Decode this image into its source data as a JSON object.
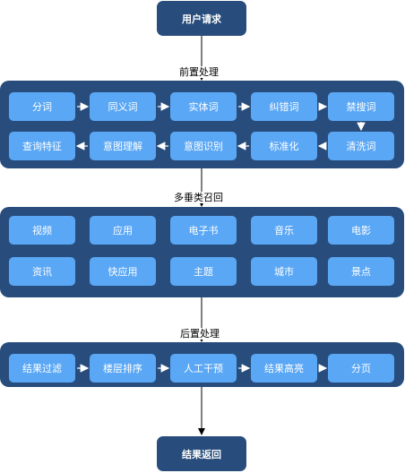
{
  "start": "用户请求",
  "end": "结果返回",
  "stages": [
    {
      "label": "前置处理",
      "rows": [
        [
          "分词",
          "同义词",
          "实体词",
          "纠错词",
          "禁搜词"
        ],
        [
          "查询特征",
          "意图理解",
          "意图识别",
          "标准化",
          "清洗词"
        ]
      ]
    },
    {
      "label": "多垂类召回",
      "rows": [
        [
          "视频",
          "应用",
          "电子书",
          "音乐",
          "电影"
        ],
        [
          "资讯",
          "快应用",
          "主题",
          "城市",
          "景点"
        ]
      ]
    },
    {
      "label": "后置处理",
      "rows": [
        [
          "结果过滤",
          "楼层排序",
          "人工干预",
          "结果高亮",
          "分页"
        ]
      ]
    }
  ],
  "colors": {
    "dark": "#284d7c",
    "box": "#5aa7f5",
    "arrow": "#ffffff",
    "connector": "#000000"
  }
}
